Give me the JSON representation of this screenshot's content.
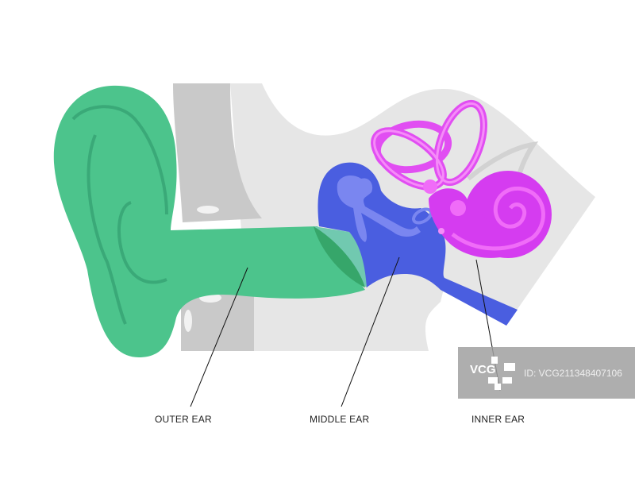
{
  "labels": {
    "outer": "OUTER EAR",
    "middle": "MIDDLE EAR",
    "inner": "INNER EAR"
  },
  "watermark": {
    "logo": "VCG",
    "id": "ID: VCG211348407106"
  },
  "colors": {
    "outer_ear": "#4cc48c",
    "middle_ear": "#4a5ee0",
    "inner_ear": "#d53cf0",
    "bone": "#e6e6e6",
    "bone_dark": "#c9c9c9"
  }
}
